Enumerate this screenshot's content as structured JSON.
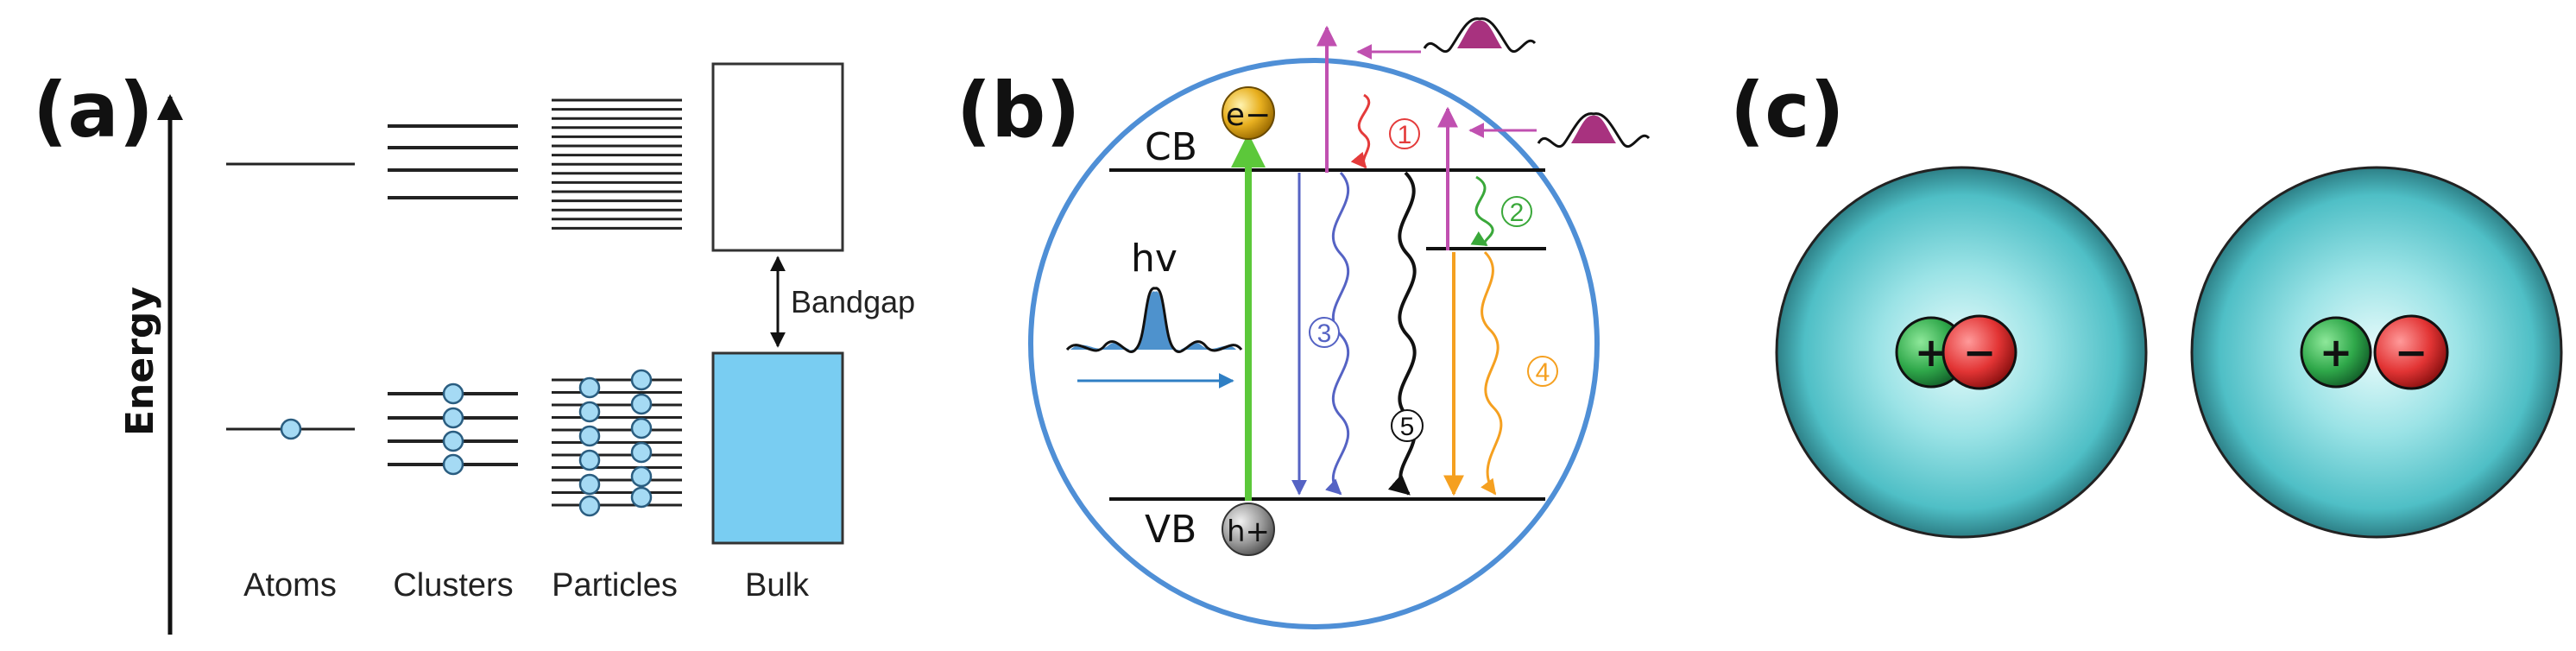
{
  "panels": {
    "a": {
      "label": "(a)",
      "y_axis_label": "Energy",
      "bandgap_label": "Bandgap",
      "categories": [
        "Atoms",
        "Clusters",
        "Particles",
        "Bulk"
      ]
    },
    "b": {
      "label": "(b)",
      "cb_label": "CB",
      "vb_label": "VB",
      "electron_label": "e−",
      "hole_label": "h+",
      "photon_label": "hv",
      "process_labels": [
        "1",
        "2",
        "3",
        "4",
        "5"
      ]
    },
    "c": {
      "label": "(c)",
      "positive_sign": "+",
      "negative_sign": "−"
    }
  },
  "colors": {
    "bulk_band": "#79cdf2",
    "atom_dot": "#a5daf4",
    "sphere_edge": "#4f8fd6",
    "excitation": "#5cc83a",
    "process1": "#e43b3b",
    "process2": "#3aa83a",
    "process3": "#5563c4",
    "process4": "#f5a020",
    "process5": "#111111",
    "photon": "#c050b0",
    "photon_fill": "#a8327f",
    "pulse": "#2f7fc4",
    "qd_glow": "#5ccbd0",
    "hole_green": "#2fa84a",
    "electron_red": "#e23434",
    "electron_ball": "#e8b020",
    "hole_ball": "#9a9a9a"
  }
}
